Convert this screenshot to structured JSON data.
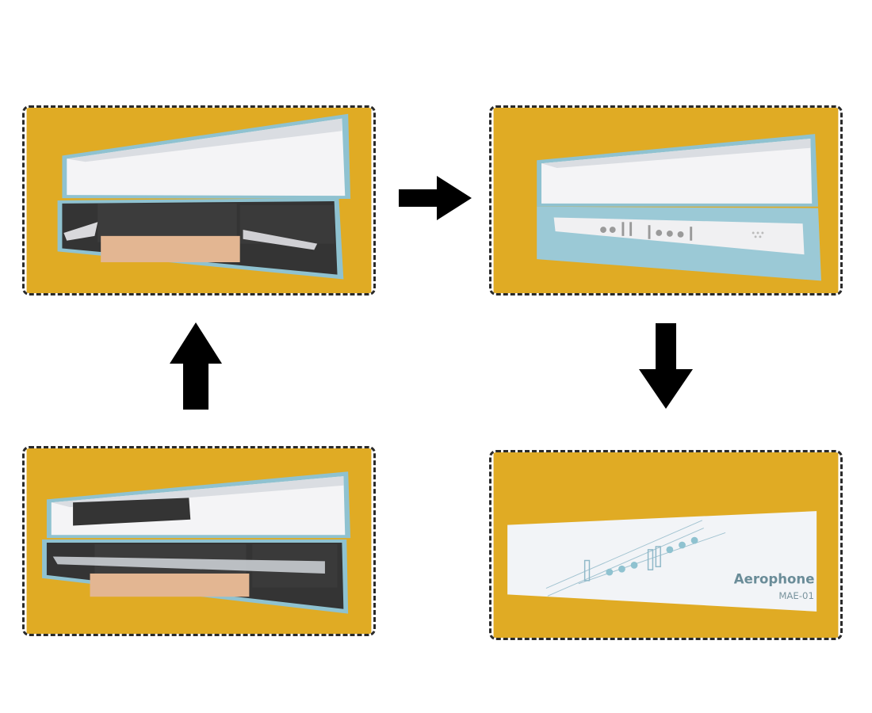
{
  "colors": {
    "panel_background": "#E0AB24",
    "panel_border": "#2A2A2A",
    "arrow": "#000000",
    "box_outer": "#8FC2D0",
    "box_inner": "#F4F4F6",
    "foam": "#3A3A3A",
    "cardboard": "#E3B692",
    "label_text": "#6A8C98"
  },
  "panels": {
    "top_left": {
      "content": "open box with foam inserts and wrapped instrument"
    },
    "top_right": {
      "content": "open box with white Aerophone instrument"
    },
    "bottom_left": {
      "content": "open box with wrapped instrument in foam"
    },
    "bottom_right": {
      "box_label": {
        "brand": "Aerophone",
        "model": "MAE-01"
      }
    }
  },
  "arrows": [
    {
      "from": "top_left",
      "to": "top_right",
      "direction": "right"
    },
    {
      "from": "top_right",
      "to": "bottom_right",
      "direction": "down"
    },
    {
      "from": "bottom_left",
      "to": "top_left",
      "direction": "up"
    }
  ]
}
